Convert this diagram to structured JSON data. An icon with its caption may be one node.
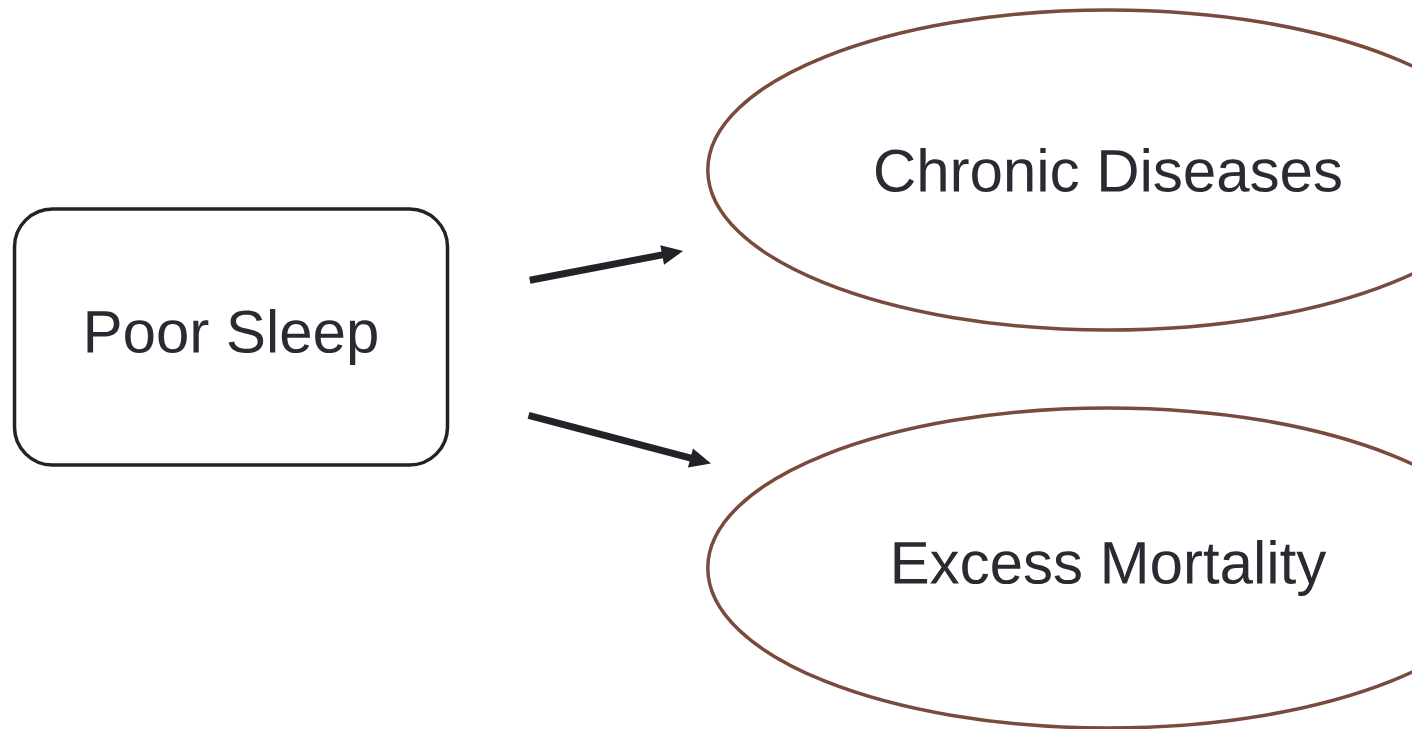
{
  "diagram": {
    "nodes": [
      {
        "text": [
          "Poor Sleep"
        ]
      },
      {
        "text": [
          "Chronic Diseases"
        ]
      },
      {
        "text": [
          "Excess Mortality"
        ]
      }
    ],
    "edges": [
      {
        "from": 0,
        "to": 1,
        "arrow": "to"
      },
      {
        "from": 0,
        "to": 2,
        "arrow": "to"
      }
    ]
  }
}
